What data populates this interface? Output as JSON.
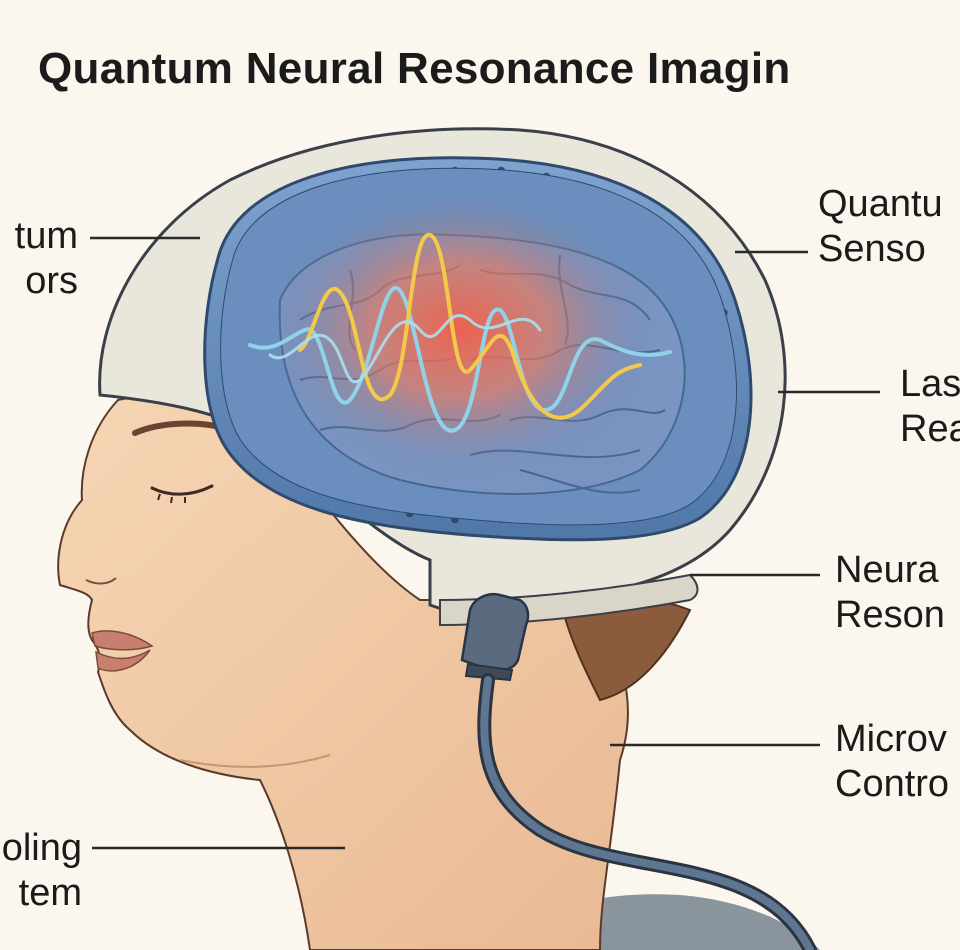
{
  "title": "Quantum Neural Resonance Imagin",
  "labels": {
    "left_top": [
      "tum",
      "ors"
    ],
    "left_bottom": [
      "oling",
      "tem"
    ],
    "right_1": [
      "Quantu",
      "Senso"
    ],
    "right_2": [
      "Las",
      "Rea"
    ],
    "right_3": [
      "Neura",
      "Reson"
    ],
    "right_4": [
      "Microv",
      "Contro"
    ]
  },
  "colors": {
    "background": "#fbf6ee",
    "helmet": "#e9e6dc",
    "helmet_outline": "#3a3f48",
    "sensor_panel": "#5b83b4",
    "skin": "#f2cda9",
    "hair": "#8c5b3c",
    "wave_yellow": "#f3c94a",
    "wave_blue": "#8fd3e8",
    "glow": "#f0604a",
    "cable": "#4c5f75"
  }
}
